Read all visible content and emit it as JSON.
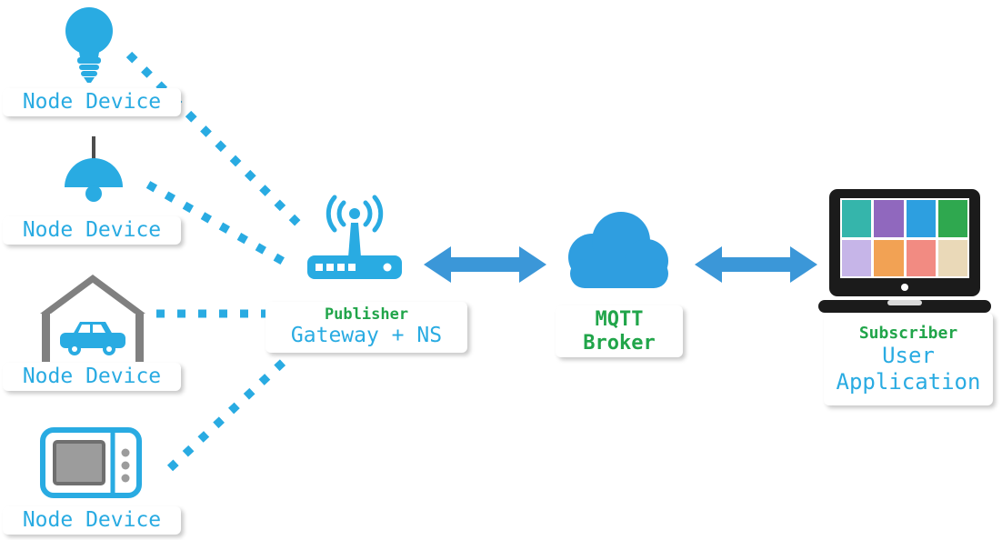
{
  "colors": {
    "icon-blue": "#29abe2",
    "arrow-blue": "#3b97d8",
    "cloud-blue": "#2f9ee0",
    "text-blue": "#29abe2",
    "text-green": "#21a54a",
    "gray": "#808080",
    "dark": "#1b1b1b"
  },
  "node_devices": [
    {
      "label": "Node Device",
      "icon": "light-bulb-icon"
    },
    {
      "label": "Node Device",
      "icon": "pendant-lamp-icon"
    },
    {
      "label": "Node Device",
      "icon": "garage-car-icon"
    },
    {
      "label": "Node Device",
      "icon": "smart-appliance-icon"
    }
  ],
  "gateway": {
    "role": "Publisher",
    "label": "Gateway + NS",
    "icon": "wireless-router-icon"
  },
  "broker": {
    "line1": "MQTT",
    "line2": "Broker",
    "icon": "cloud-icon"
  },
  "subscriber": {
    "role": "Subscriber",
    "line1": "User",
    "line2": "Application",
    "icon": "laptop-icon",
    "screen_tiles": [
      "#35b5ab",
      "#9068be",
      "#2d9fe0",
      "#2fa84f",
      "#c6b5e8",
      "#f2a254",
      "#f28b82",
      "#ead9b8"
    ]
  }
}
